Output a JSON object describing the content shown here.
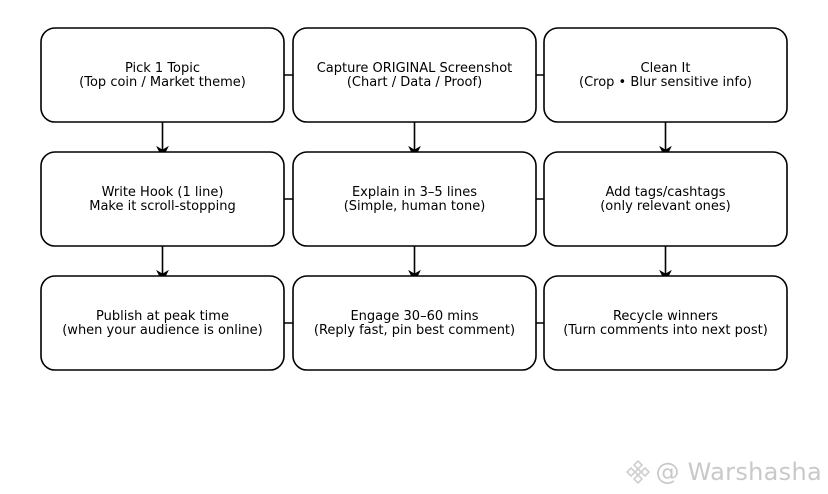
{
  "nodes": [
    {
      "id": "n1",
      "lines": [
        "Pick 1 Topic",
        "(Top coin / Market theme)"
      ]
    },
    {
      "id": "n2",
      "lines": [
        "Capture ORIGINAL Screenshot",
        "(Chart / Data / Proof)"
      ]
    },
    {
      "id": "n3",
      "lines": [
        "Clean It",
        "(Crop • Blur sensitive info)"
      ]
    },
    {
      "id": "n4",
      "lines": [
        "Write Hook (1 line)",
        "Make it scroll-stopping"
      ]
    },
    {
      "id": "n5",
      "lines": [
        "Explain in 3–5 lines",
        "(Simple, human tone)"
      ]
    },
    {
      "id": "n6",
      "lines": [
        "Add tags/cashtags",
        "(only relevant ones)"
      ]
    },
    {
      "id": "n7",
      "lines": [
        "Publish at peak time",
        "(when your audience is online)"
      ]
    },
    {
      "id": "n8",
      "lines": [
        "Engage 30–60 mins",
        "(Reply fast, pin best comment)"
      ]
    },
    {
      "id": "n9",
      "lines": [
        "Recycle winners",
        "(Turn comments into next post)"
      ]
    }
  ],
  "edges": [
    {
      "from": "n1",
      "to": "n2"
    },
    {
      "from": "n2",
      "to": "n3"
    },
    {
      "from": "n4",
      "to": "n5"
    },
    {
      "from": "n5",
      "to": "n6"
    },
    {
      "from": "n7",
      "to": "n8"
    },
    {
      "from": "n8",
      "to": "n9"
    },
    {
      "from": "n1",
      "to": "n4"
    },
    {
      "from": "n2",
      "to": "n5"
    },
    {
      "from": "n3",
      "to": "n6"
    },
    {
      "from": "n4",
      "to": "n7"
    },
    {
      "from": "n5",
      "to": "n8"
    },
    {
      "from": "n6",
      "to": "n9"
    }
  ],
  "watermark": {
    "text": "@ Warshasha",
    "icon": "binance-logo-icon"
  }
}
